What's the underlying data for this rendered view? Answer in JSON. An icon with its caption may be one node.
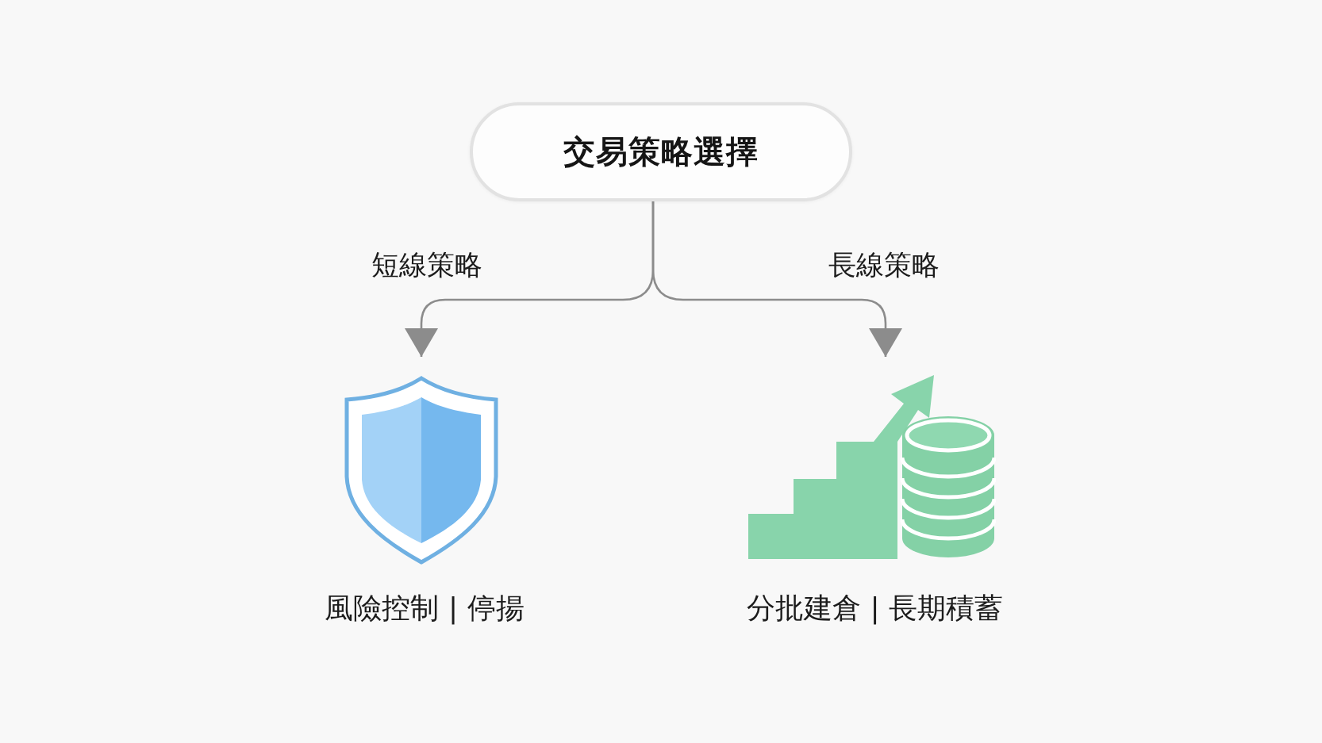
{
  "diagram": {
    "nodes": [
      {
        "text": [
          "交易策略選擇"
        ]
      },
      {
        "text": [],
        "shape": "picture",
        "beside": [
          "風險控制 | 停揚"
        ]
      },
      {
        "text": [],
        "shape": "picture",
        "beside": [
          "分批建倉 | 長期積蓄"
        ]
      }
    ],
    "edges": [
      {
        "from": 0,
        "to": 1,
        "arrow": "to",
        "label": "短線策略"
      },
      {
        "from": 0,
        "to": 2,
        "arrow": "to",
        "label": "長線策略"
      }
    ]
  }
}
